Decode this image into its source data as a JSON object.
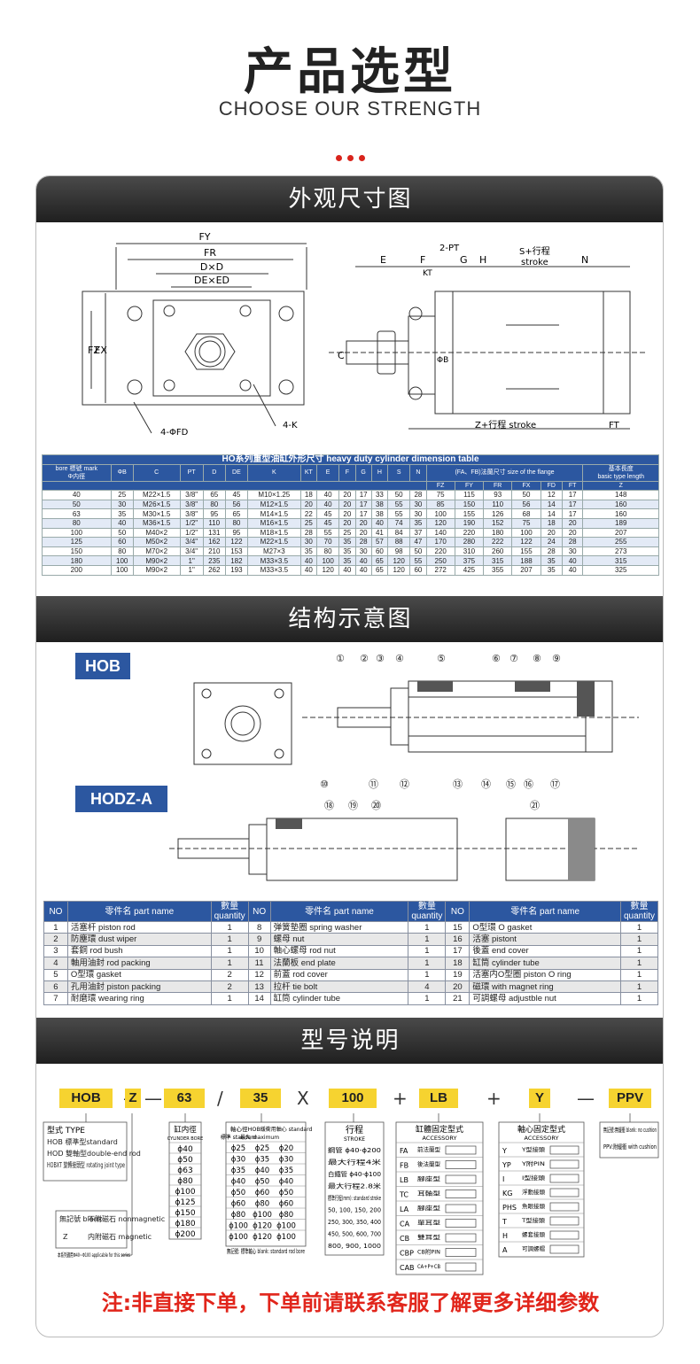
{
  "header": {
    "title": "产品选型",
    "subtitle": "CHOOSE OUR STRENGTH"
  },
  "sections": {
    "s1": "外观尺寸图",
    "s2": "结构示意图",
    "s3": "型号说明"
  },
  "drawing_labels": {
    "FY": "FY",
    "FR": "FR",
    "DxD": "D×D",
    "DExED": "DE×ED",
    "FZ": "FZ",
    "FX": "FX",
    "FD": "4-ΦFD",
    "K": "4-K",
    "E": "E",
    "F": "F",
    "KT": "KT",
    "PT": "2-PT",
    "G": "G",
    "H": "H",
    "S": "S+行程",
    "stroke": "stroke",
    "N": "N",
    "C": "C",
    "B": "ΦB",
    "Z": "Z+行程 stroke",
    "FT": "FT"
  },
  "dim_table": {
    "title": "HO系列重型油缸外形尺寸 heavy duty cylinder dimension table",
    "mark": "標號",
    "mark_en": "mark",
    "bore": "bore",
    "bore_zh": "Φ内徑",
    "flange_title": "(FA、FB)法蘭尺寸",
    "flange_en": "size of the flange",
    "basic_title": "基本長度",
    "basic_en": "basic type length",
    "columns": [
      "ΦB",
      "C",
      "PT",
      "D",
      "DE",
      "K",
      "KT",
      "E",
      "F",
      "G",
      "H",
      "S",
      "N",
      "FZ",
      "FY",
      "FR",
      "FX",
      "FD",
      "FT",
      "Z"
    ],
    "rows": [
      [
        "40",
        "25",
        "M22×1.5",
        "3/8\"",
        "65",
        "45",
        "M10×1.25",
        "18",
        "40",
        "20",
        "17",
        "33",
        "50",
        "28",
        "75",
        "115",
        "93",
        "50",
        "12",
        "17",
        "148"
      ],
      [
        "50",
        "30",
        "M26×1.5",
        "3/8\"",
        "80",
        "56",
        "M12×1.5",
        "20",
        "40",
        "20",
        "17",
        "38",
        "55",
        "30",
        "85",
        "150",
        "110",
        "56",
        "14",
        "17",
        "160"
      ],
      [
        "63",
        "35",
        "M30×1.5",
        "3/8\"",
        "95",
        "65",
        "M14×1.5",
        "22",
        "45",
        "20",
        "17",
        "38",
        "55",
        "30",
        "100",
        "155",
        "126",
        "68",
        "14",
        "17",
        "160"
      ],
      [
        "80",
        "40",
        "M36×1.5",
        "1/2\"",
        "110",
        "80",
        "M16×1.5",
        "25",
        "45",
        "20",
        "20",
        "40",
        "74",
        "35",
        "120",
        "190",
        "152",
        "75",
        "18",
        "20",
        "189"
      ],
      [
        "100",
        "50",
        "M40×2",
        "1/2\"",
        "131",
        "95",
        "M18×1.5",
        "28",
        "55",
        "25",
        "20",
        "41",
        "84",
        "37",
        "140",
        "220",
        "180",
        "100",
        "20",
        "20",
        "207"
      ],
      [
        "125",
        "60",
        "M50×2",
        "3/4\"",
        "162",
        "122",
        "M22×1.5",
        "30",
        "70",
        "35",
        "28",
        "57",
        "88",
        "47",
        "170",
        "280",
        "222",
        "122",
        "24",
        "28",
        "255"
      ],
      [
        "150",
        "80",
        "M70×2",
        "3/4\"",
        "210",
        "153",
        "M27×3",
        "35",
        "80",
        "35",
        "30",
        "60",
        "98",
        "50",
        "220",
        "310",
        "260",
        "155",
        "28",
        "30",
        "273"
      ],
      [
        "180",
        "100",
        "M90×2",
        "1\"",
        "235",
        "182",
        "M33×3.5",
        "40",
        "100",
        "35",
        "40",
        "65",
        "120",
        "55",
        "250",
        "375",
        "315",
        "188",
        "35",
        "40",
        "315"
      ],
      [
        "200",
        "100",
        "M90×2",
        "1\"",
        "262",
        "193",
        "M33×3.5",
        "40",
        "120",
        "40",
        "40",
        "65",
        "120",
        "60",
        "272",
        "425",
        "355",
        "207",
        "35",
        "40",
        "325"
      ]
    ]
  },
  "structure": {
    "hob": "HOB",
    "hodz": "HODZ-A",
    "callouts_top": [
      "①",
      "②",
      "③",
      "④",
      "⑤",
      "⑥",
      "⑦",
      "⑧",
      "⑨"
    ],
    "callouts_bottom": [
      "⑩",
      "⑪",
      "⑫",
      "⑬",
      "⑭",
      "⑮",
      "⑯",
      "⑰"
    ],
    "callouts_hodz": [
      "⑱",
      "⑲",
      "⑳",
      "㉑"
    ]
  },
  "parts": {
    "headers": {
      "no": "NO",
      "name": "零件名 part name",
      "qty": "數量",
      "qty_en": "quantity"
    },
    "rows": [
      [
        [
          "1",
          "活塞杆 piston rod",
          "1"
        ],
        [
          "8",
          "弹簧墊圈 spring washer",
          "1"
        ],
        [
          "15",
          "O型環 O gasket",
          "1"
        ]
      ],
      [
        [
          "2",
          "防塵環 dust wiper",
          "1"
        ],
        [
          "9",
          "螺母 nut",
          "1"
        ],
        [
          "16",
          "活塞 pistont",
          "1"
        ]
      ],
      [
        [
          "3",
          "套銅 rod bush",
          "1"
        ],
        [
          "10",
          "軸心螺母 rod nut",
          "1"
        ],
        [
          "17",
          "後蓋 end cover",
          "1"
        ]
      ],
      [
        [
          "4",
          "軸用油封 rod packing",
          "1"
        ],
        [
          "11",
          "法蘭板 end plate",
          "1"
        ],
        [
          "18",
          "缸筒 cylinder tube",
          "1"
        ]
      ],
      [
        [
          "5",
          "O型環 gasket",
          "2"
        ],
        [
          "12",
          "前蓋 rod cover",
          "1"
        ],
        [
          "19",
          "活塞内O型圈 piston O ring",
          "1"
        ]
      ],
      [
        [
          "6",
          "孔用油封 piston packing",
          "2"
        ],
        [
          "13",
          "拉杆 tie bolt",
          "4"
        ],
        [
          "20",
          "磁環 with magnet ring",
          "1"
        ]
      ],
      [
        [
          "7",
          "耐磨環 wearing ring",
          "1"
        ],
        [
          "14",
          "缸筒 cylinder tube",
          "1"
        ],
        [
          "21",
          "可調螺母 adjustble nut",
          "1"
        ]
      ]
    ]
  },
  "model": {
    "codes": [
      "HOB",
      "Z",
      "63",
      "35",
      "100",
      "LB",
      "Y",
      "PPV"
    ],
    "seps": [
      "—",
      "/",
      "X",
      "+",
      "+",
      "—"
    ],
    "type_title": "型式 TYPE",
    "types": [
      "HOB 標準型standard",
      "HOD 雙軸型double-end rod",
      "HOBXT 旋轉接頭型 rotating joint type"
    ],
    "magnet": [
      [
        "無記號 blank",
        "不附磁石 nonmagnetic"
      ],
      [
        "Z",
        "内附磁石 magnetic"
      ]
    ],
    "magnet_note": "本系列適用Φ40~Φ100 applicable for this series",
    "bore_title": "缸内徑",
    "bore_en": "CYLINDER BORE",
    "bores": [
      "ϕ40",
      "ϕ50",
      "ϕ63",
      "ϕ80",
      "ϕ100",
      "ϕ125",
      "ϕ150",
      "ϕ180",
      "ϕ200"
    ],
    "rod_title": "軸心徑HOB",
    "rod_std": "標準 standard",
    "rod_max": "最大 maximum",
    "rod_hdz": "緩衝用軸心 standard",
    "rods": [
      [
        "ϕ25",
        "ϕ25",
        "ϕ20"
      ],
      [
        "ϕ30",
        "ϕ35",
        "ϕ30"
      ],
      [
        "ϕ35",
        "ϕ40",
        "ϕ35"
      ],
      [
        "ϕ40",
        "ϕ50",
        "ϕ40"
      ],
      [
        "ϕ50",
        "ϕ60",
        "ϕ50"
      ],
      [
        "ϕ60",
        "ϕ80",
        "ϕ60"
      ],
      [
        "ϕ80",
        "ϕ100",
        "ϕ80"
      ],
      [
        "ϕ100",
        "ϕ120",
        "ϕ100"
      ],
      [
        "ϕ100",
        "ϕ120",
        "ϕ100"
      ]
    ],
    "rod_note": "無記號: 標準軸心 blank: standard rod bore",
    "stroke_title": "行程",
    "stroke_en": "STROKE",
    "stroke_lines": [
      "鋼管 ϕ40-ϕ200",
      "最大行程4米",
      "白鐵管 ϕ40-ϕ100",
      "最大行程2.8米",
      "標準行程(mm): standard stroke",
      "50, 100, 150, 200",
      "250, 300, 350, 400",
      "450, 500, 600, 700",
      "800, 900, 1000"
    ],
    "acc_title": "缸體固定型式",
    "acc_en": "ACCESSORY",
    "acc": [
      [
        "FA",
        "前法蘭型"
      ],
      [
        "FB",
        "後法蘭型"
      ],
      [
        "LB",
        "腳座型"
      ],
      [
        "TC",
        "耳軸型"
      ],
      [
        "LA",
        "腳座型"
      ],
      [
        "CA",
        "單耳型"
      ],
      [
        "CB",
        "雙耳型"
      ],
      [
        "CBP",
        "CB附PIN"
      ],
      [
        "CAB",
        "CA+P+CB"
      ]
    ],
    "joint_title": "軸心固定型式",
    "joint_en": "ACCESSORY",
    "joints": [
      [
        "Y",
        "Y型接頭"
      ],
      [
        "YP",
        "Y附PIN"
      ],
      [
        "I",
        "I型接頭"
      ],
      [
        "KG",
        "浮動接頭"
      ],
      [
        "PHS",
        "魚眼接頭"
      ],
      [
        "T",
        "T型接頭"
      ],
      [
        "H",
        "螺套接頭"
      ],
      [
        "A",
        "可調螺帽"
      ]
    ],
    "cushion": [
      "無記號:無緩衝 blank: no cushion",
      "PPV:附緩衝 with cushion"
    ]
  },
  "note": "注:非直接下单，下单前请联系客服了解更多详细参数"
}
